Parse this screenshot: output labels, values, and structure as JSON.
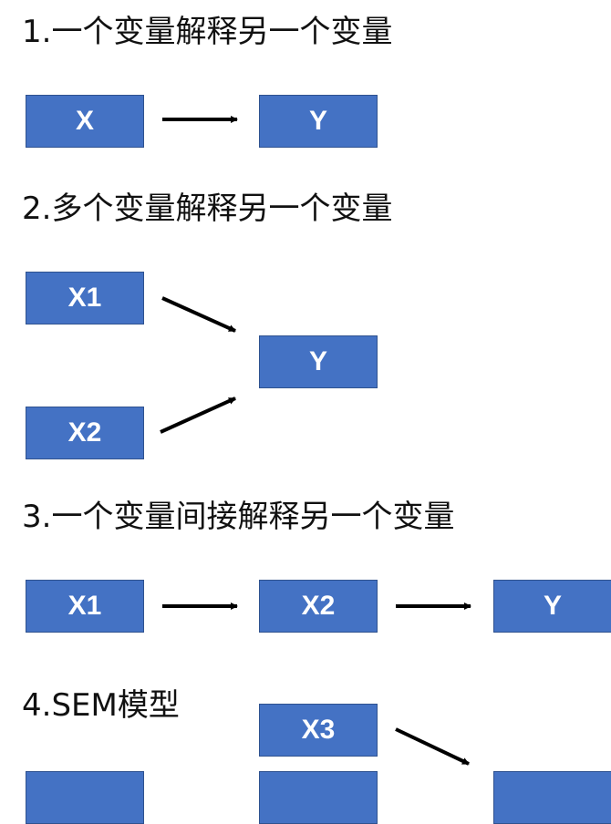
{
  "sections": {
    "s1": {
      "title": "1.一个变量解释另一个变量",
      "nodes": {
        "x": "X",
        "y": "Y"
      }
    },
    "s2": {
      "title": "2.多个变量解释另一个变量",
      "nodes": {
        "x1": "X1",
        "x2": "X2",
        "y": "Y"
      }
    },
    "s3": {
      "title": "3.一个变量间接解释另一个变量",
      "nodes": {
        "x1": "X1",
        "x2": "X2",
        "y": "Y"
      }
    },
    "s4": {
      "title": "4.SEM模型",
      "nodes": {
        "x3": "X3"
      }
    }
  },
  "colors": {
    "box_fill": "#4472c4",
    "box_border": "#2f528f",
    "arrow": "#000000"
  }
}
